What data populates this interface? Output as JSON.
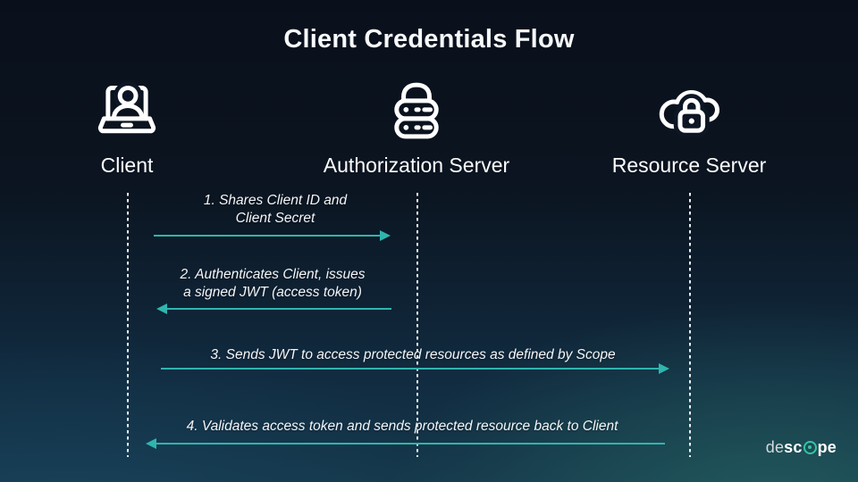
{
  "title": "Client Credentials Flow",
  "colors": {
    "arrow": "#2fb5ae",
    "logo_teal": "#35c4a8",
    "background_top": "#0a101b",
    "background_bottom_left": "#14334a",
    "background_bottom_right": "#1d4b52",
    "text": "#ffffff"
  },
  "actors": [
    {
      "id": "client",
      "label": "Client",
      "icon": "laptop-user-icon"
    },
    {
      "id": "authorization-server",
      "label": "Authorization Server",
      "icon": "server-stack-icon"
    },
    {
      "id": "resource-server",
      "label": "Resource Server",
      "icon": "cloud-lock-icon"
    }
  ],
  "messages": [
    {
      "step": 1,
      "from": "client",
      "to": "authorization-server",
      "direction": "right",
      "lines": [
        "1. Shares Client ID and",
        "Client Secret"
      ]
    },
    {
      "step": 2,
      "from": "authorization-server",
      "to": "client",
      "direction": "left",
      "lines": [
        "2. Authenticates Client, issues",
        "a signed JWT (access token)"
      ]
    },
    {
      "step": 3,
      "from": "client",
      "to": "resource-server",
      "direction": "right",
      "lines": [
        "3. Sends JWT to access protected resources as defined by Scope"
      ]
    },
    {
      "step": 4,
      "from": "resource-server",
      "to": "client",
      "direction": "left",
      "lines": [
        "4. Validates access token and sends protected resource back to Client"
      ]
    }
  ],
  "logo": {
    "name": "descope",
    "part1": "de",
    "part2": "sc",
    "part3": "pe"
  }
}
